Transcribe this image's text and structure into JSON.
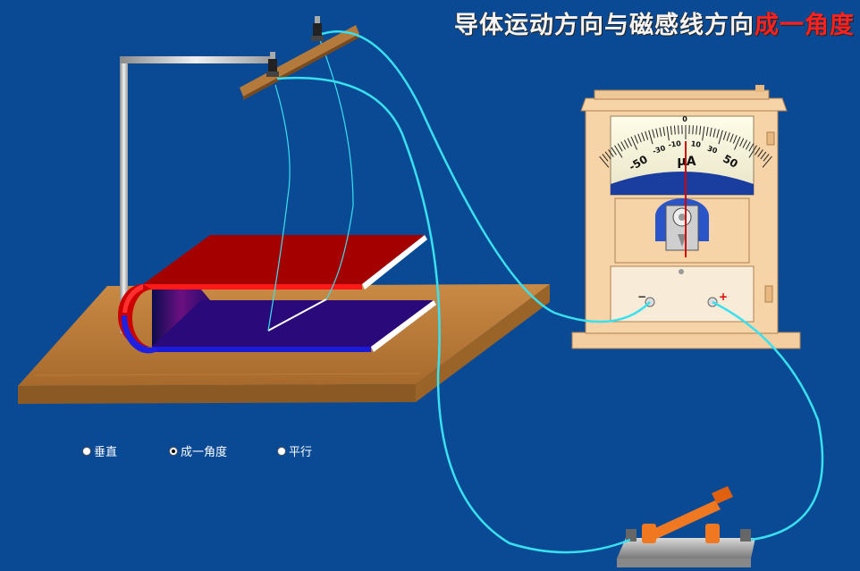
{
  "title": {
    "part1": "导体运动方向与磁感线方向",
    "part2": "成一角度",
    "part2_color": "#ff2020"
  },
  "meter": {
    "unit": "μA",
    "ticks": [
      "-50",
      "-30",
      "-10",
      "0",
      "10",
      "30",
      "50"
    ],
    "zero_label": "0",
    "minus_label": "−",
    "plus_label": "+",
    "reading": 0
  },
  "options": [
    {
      "label": "垂直",
      "selected": false
    },
    {
      "label": "成一角度",
      "selected": true
    },
    {
      "label": "平行",
      "selected": false
    }
  ],
  "colors": {
    "background": "#0a4a94",
    "wire": "#38e0f0",
    "magnet_north": "#d21010",
    "magnet_south": "#1c1cd8"
  }
}
